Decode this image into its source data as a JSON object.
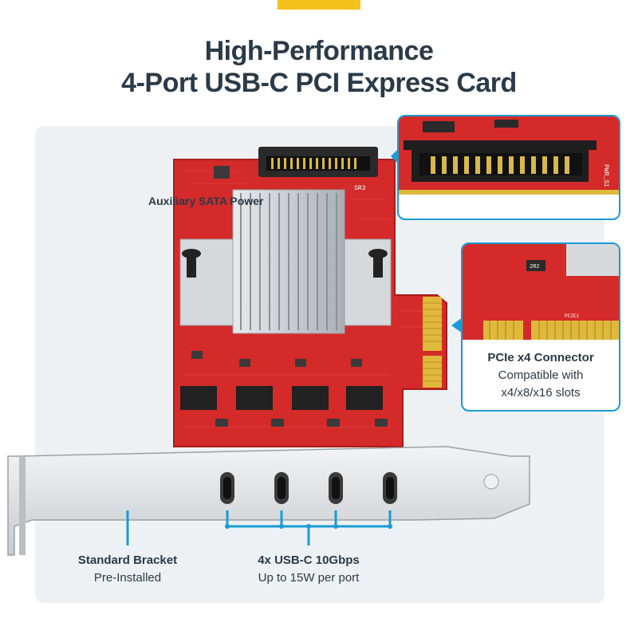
{
  "title": {
    "line1": "High-Performance",
    "line2": "4-Port USB-C PCI Express Card"
  },
  "callouts": {
    "sata": {
      "label": "Auxiliary SATA Power"
    },
    "pcie": {
      "label": "PCIe x4 Connector",
      "line2": "Compatible with",
      "line3": "x4/x8/x16 slots"
    },
    "bracket": {
      "label": "Standard Bracket",
      "line2": "Pre-Installed"
    },
    "ports": {
      "label": "4x USB-C 10Gbps",
      "line2": "Up to 15W per port"
    }
  },
  "board_markings": {
    "sr3": "SR3",
    "sr2": "2R2",
    "pwr": "PWR_S1",
    "pcie_silk": "PCIE1"
  },
  "colors": {
    "accent_blue": "#1a9ad6",
    "title_text": "#2a3a48",
    "pcb_red": "#d42a2a",
    "gold": "#e0b83a",
    "tab_yellow": "#f5c21b",
    "panel_bg": "#eef1f4"
  }
}
